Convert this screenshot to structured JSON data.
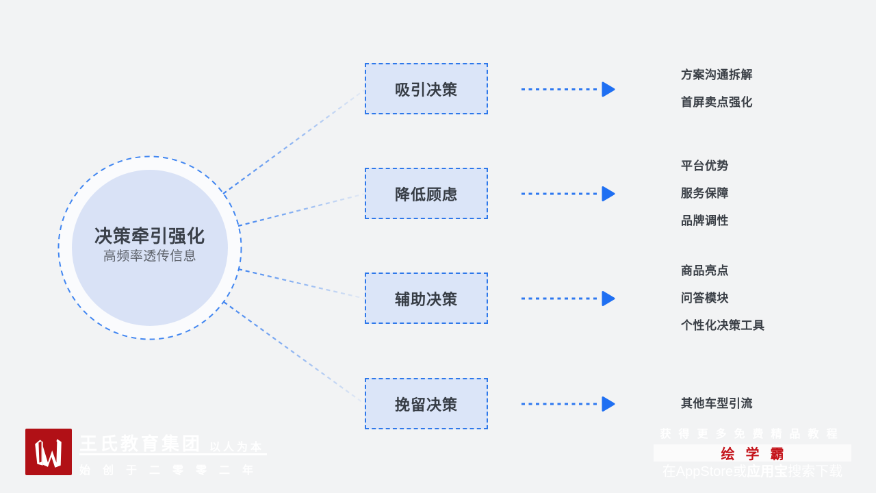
{
  "colors": {
    "background": "#f2f3f4",
    "accent_blue": "#2e78ea",
    "box_fill": "#dbe5f8",
    "circle_fill": "#d9e2f6",
    "dark_text": "#3a4049",
    "logo_red": "#b11016",
    "brand_red": "#c41219"
  },
  "center": {
    "title": "决策牵引强化",
    "subtitle": "高频率透传信息"
  },
  "branches": [
    {
      "label": "吸引决策",
      "items": [
        "方案沟通拆解",
        "首屏卖点强化"
      ]
    },
    {
      "label": "降低顾虑",
      "items": [
        "平台优势",
        "服务保障",
        "品牌调性"
      ]
    },
    {
      "label": "辅助决策",
      "items": [
        "商品亮点",
        "问答模块",
        "个性化决策工具"
      ]
    },
    {
      "label": "挽留决策",
      "items": [
        "其他车型引流"
      ]
    }
  ],
  "footer_left": {
    "company": "王氏教育集团",
    "slogan": "以人为本",
    "since": "始创于二零零二年"
  },
  "footer_right": {
    "line1": "获得更多免费精品教程",
    "brand": "绘学霸",
    "line2_prefix": "在AppStore或",
    "line2_bold": "应用宝",
    "line2_suffix": "搜索下载"
  }
}
